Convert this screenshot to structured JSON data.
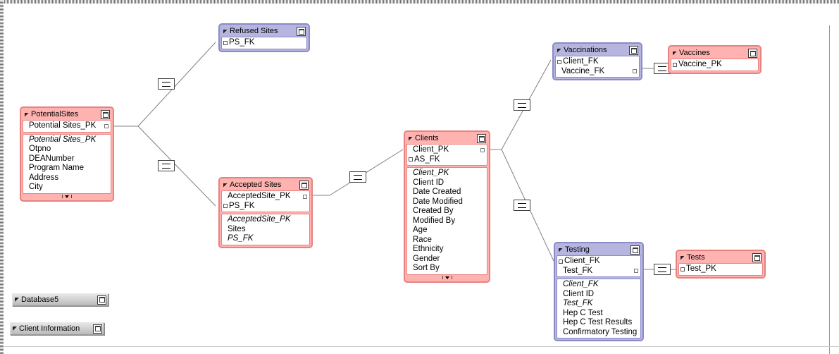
{
  "window": {
    "background_color": "#ffffff",
    "table_pink": "#ffb3b1",
    "table_pink_border": "#e8817f",
    "table_blue": "#b5b5e0",
    "table_blue_border": "#8b8bc8",
    "connector_color": "#808080"
  },
  "tables": [
    {
      "id": "potential-sites",
      "title": "PotentialSites",
      "color": "pink",
      "key_fields": [
        {
          "label": "Potential Sites_PK",
          "bullet": false,
          "right_dot": true,
          "italic": false
        }
      ],
      "fields": [
        {
          "label": "Potential Sites_PK",
          "italic": true
        },
        {
          "label": "Otpno",
          "italic": false
        },
        {
          "label": "DEANumber",
          "italic": false
        },
        {
          "label": "Program Name",
          "italic": false
        },
        {
          "label": "Address",
          "italic": false
        },
        {
          "label": "City",
          "italic": false
        }
      ],
      "has_scroll_nub": true
    },
    {
      "id": "refused-sites",
      "title": "Refused Sites",
      "color": "blue",
      "key_fields": [
        {
          "label": "PS_FK",
          "bullet": true,
          "right_dot": false,
          "italic": false
        }
      ],
      "fields": [],
      "has_scroll_nub": false
    },
    {
      "id": "accepted-sites",
      "title": "Accepted Sites",
      "color": "pink",
      "key_fields": [
        {
          "label": "AcceptedSite_PK",
          "bullet": false,
          "right_dot": true,
          "italic": false
        },
        {
          "label": "PS_FK",
          "bullet": true,
          "right_dot": false,
          "italic": false
        }
      ],
      "fields": [
        {
          "label": "AcceptedSite_PK",
          "italic": true
        },
        {
          "label": "Sites",
          "italic": false
        },
        {
          "label": "PS_FK",
          "italic": true
        }
      ],
      "has_scroll_nub": false
    },
    {
      "id": "clients",
      "title": "Clients",
      "color": "pink",
      "key_fields": [
        {
          "label": "Client_PK",
          "bullet": false,
          "right_dot": true,
          "italic": false
        },
        {
          "label": "AS_FK",
          "bullet": true,
          "right_dot": false,
          "italic": false
        }
      ],
      "fields": [
        {
          "label": "Client_PK",
          "italic": true
        },
        {
          "label": "Client ID",
          "italic": false
        },
        {
          "label": "Date Created",
          "italic": false
        },
        {
          "label": "Date Modified",
          "italic": false
        },
        {
          "label": "Created By",
          "italic": false
        },
        {
          "label": "Modified By",
          "italic": false
        },
        {
          "label": "Age",
          "italic": false
        },
        {
          "label": "Race",
          "italic": false
        },
        {
          "label": "Ethnicity",
          "italic": false
        },
        {
          "label": "Gender",
          "italic": false
        },
        {
          "label": "Sort By",
          "italic": false
        }
      ],
      "has_scroll_nub": true
    },
    {
      "id": "vaccinations",
      "title": "Vaccinations",
      "color": "blue",
      "key_fields": [
        {
          "label": "Client_FK",
          "bullet": true,
          "right_dot": false,
          "italic": false
        },
        {
          "label": "Vaccine_FK",
          "bullet": false,
          "right_dot": true,
          "italic": false
        }
      ],
      "fields": [],
      "has_scroll_nub": false
    },
    {
      "id": "vaccines",
      "title": "Vaccines",
      "color": "pink",
      "key_fields": [
        {
          "label": "Vaccine_PK",
          "bullet": true,
          "right_dot": false,
          "italic": false
        }
      ],
      "fields": [],
      "has_scroll_nub": false
    },
    {
      "id": "testing",
      "title": "Testing",
      "color": "blue",
      "key_fields": [
        {
          "label": "Client_FK",
          "bullet": true,
          "right_dot": false,
          "italic": false
        },
        {
          "label": "Test_FK",
          "bullet": false,
          "right_dot": true,
          "italic": false
        }
      ],
      "fields": [
        {
          "label": "Client_FK",
          "italic": true
        },
        {
          "label": "Client ID",
          "italic": false
        },
        {
          "label": "Test_FK",
          "italic": true
        },
        {
          "label": "Hep C Test",
          "italic": false
        },
        {
          "label": "Hep C Test Results",
          "italic": false
        },
        {
          "label": "Confirmatory Testing",
          "italic": false
        }
      ],
      "has_scroll_nub": false
    },
    {
      "id": "tests",
      "title": "Tests",
      "color": "pink",
      "key_fields": [
        {
          "label": "Test_PK",
          "bullet": true,
          "right_dot": false,
          "italic": false
        }
      ],
      "fields": [],
      "has_scroll_nub": false
    }
  ],
  "relationships": [
    {
      "id": "potentialsites-refusedsites",
      "symbol": "="
    },
    {
      "id": "potentialsites-acceptedsites",
      "symbol": "="
    },
    {
      "id": "acceptedsites-clients",
      "symbol": "="
    },
    {
      "id": "clients-vaccinations",
      "symbol": "="
    },
    {
      "id": "clients-testing",
      "symbol": "="
    },
    {
      "id": "vaccinations-vaccines",
      "symbol": "="
    },
    {
      "id": "testing-tests",
      "symbol": "="
    }
  ],
  "minimized_windows": [
    {
      "id": "database5",
      "title": "Database5"
    },
    {
      "id": "client-information",
      "title": "Client Information"
    }
  ]
}
